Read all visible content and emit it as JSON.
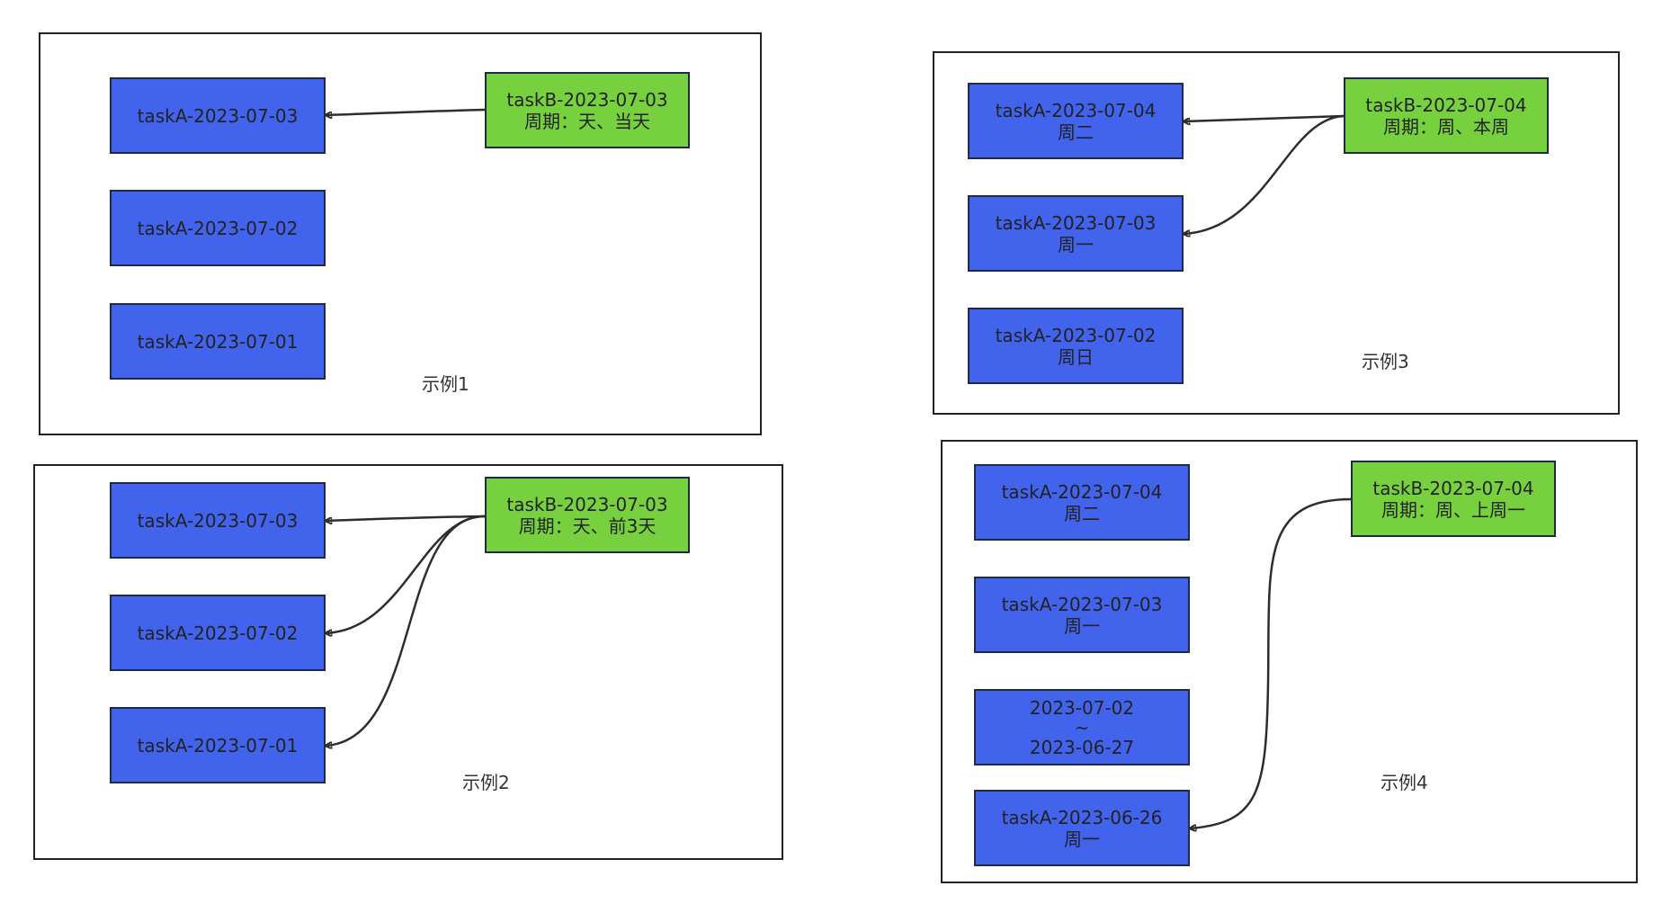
{
  "colors": {
    "taskA": "#4263eb",
    "taskB": "#77d13f",
    "border": "#1f2a44",
    "edge": "#2d2d2d"
  },
  "example1": {
    "caption": "示例1",
    "taskb": {
      "line1": "taskB-2023-07-03",
      "line2": "周期：天、当天"
    },
    "a1": {
      "line1": "taskA-2023-07-03"
    },
    "a2": {
      "line1": "taskA-2023-07-02"
    },
    "a3": {
      "line1": "taskA-2023-07-01"
    }
  },
  "example2": {
    "caption": "示例2",
    "taskb": {
      "line1": "taskB-2023-07-03",
      "line2": "周期：天、前3天"
    },
    "a1": {
      "line1": "taskA-2023-07-03"
    },
    "a2": {
      "line1": "taskA-2023-07-02"
    },
    "a3": {
      "line1": "taskA-2023-07-01"
    }
  },
  "example3": {
    "caption": "示例3",
    "taskb": {
      "line1": "taskB-2023-07-04",
      "line2": "周期：周、本周"
    },
    "a1": {
      "line1": "taskA-2023-07-04",
      "line2": "周二"
    },
    "a2": {
      "line1": "taskA-2023-07-03",
      "line2": "周一"
    },
    "a3": {
      "line1": "taskA-2023-07-02",
      "line2": "周日"
    }
  },
  "example4": {
    "caption": "示例4",
    "taskb": {
      "line1": "taskB-2023-07-04",
      "line2": "周期：周、上周一"
    },
    "a1": {
      "line1": "taskA-2023-07-04",
      "line2": "周二"
    },
    "a2": {
      "line1": "taskA-2023-07-03",
      "line2": "周一"
    },
    "range": {
      "line1": "2023-07-02",
      "line2": "~",
      "line3": "2023-06-27"
    },
    "a4": {
      "line1": "taskA-2023-06-26",
      "line2": "周一"
    }
  }
}
